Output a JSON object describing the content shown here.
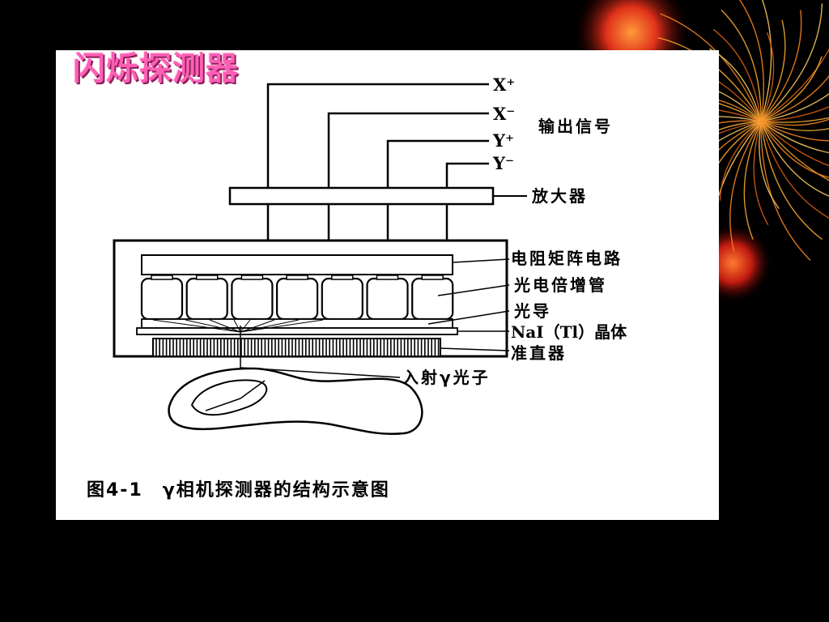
{
  "slide": {
    "title": "闪烁探测器",
    "title_color": "#ff5fb4",
    "background": "#000000"
  },
  "figure": {
    "signals": [
      "X⁺",
      "X⁻",
      "Y⁺",
      "Y⁻"
    ],
    "label_output": "输出信号",
    "label_amplifier": "放大器",
    "label_resistor_matrix": "电阻矩阵电路",
    "label_pmt": "光电倍增管",
    "label_light_guide": "光导",
    "label_crystal": "NaI（Tl）晶体",
    "label_collimator": "准直器",
    "label_photon": "入射γ光子",
    "caption": "图4-1　γ相机探测器的结构示意图",
    "pmt_count": 7
  }
}
